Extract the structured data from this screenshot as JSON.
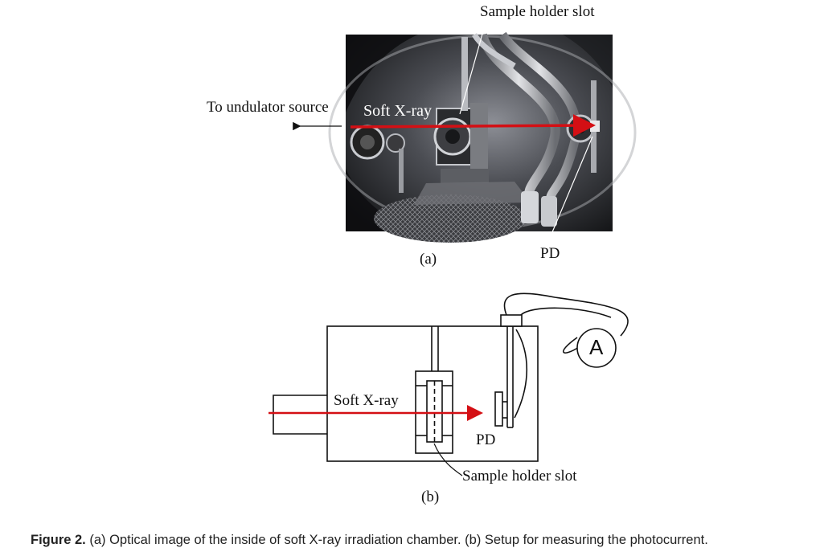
{
  "panel_a": {
    "sample_holder_label": "Sample holder slot",
    "undulator_label": "To undulator source",
    "beam_label": "Soft X-ray",
    "pd_label": "PD",
    "panel_letter": "(a)",
    "colors": {
      "beam": "#d40f14"
    }
  },
  "panel_b": {
    "beam_label": "Soft X-ray",
    "pd_label": "PD",
    "sample_holder_label": "Sample holder slot",
    "ammeter_symbol": "A",
    "panel_letter": "(b)",
    "colors": {
      "beam": "#d40f14",
      "line": "#111111"
    }
  },
  "caption": {
    "label": "Figure 2.",
    "text": " (a) Optical image of the inside of soft X-ray irradiation chamber. (b) Setup for measuring the photocurrent."
  }
}
